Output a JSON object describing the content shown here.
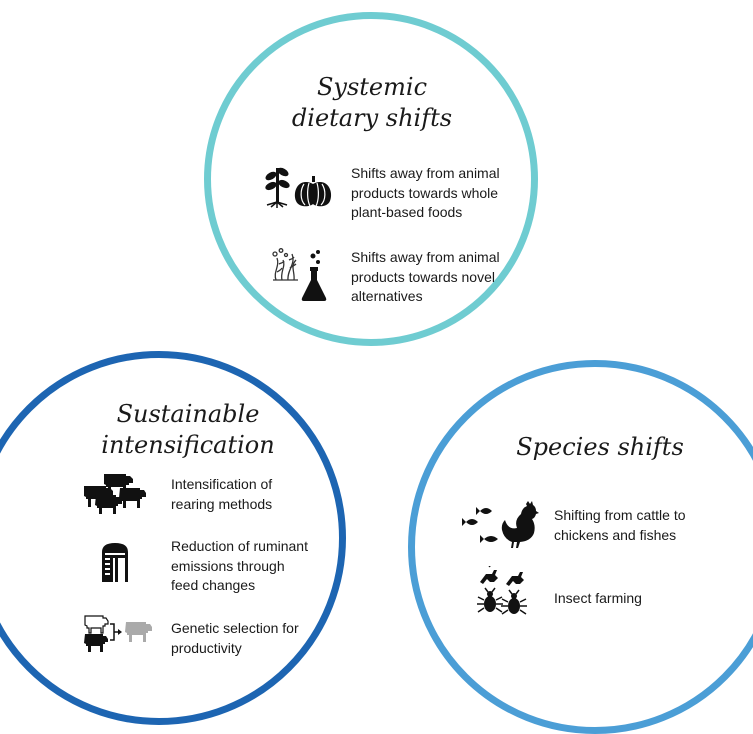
{
  "circles": {
    "dietary": {
      "title": "Systemic\ndietary shifts",
      "items": [
        {
          "text": "Shifts away from animal\nproducts towards whole\nplant-based foods",
          "icon": "plant-pumpkin-icon"
        },
        {
          "text": "Shifts away from animal\nproducts towards novel\nalternatives",
          "icon": "seaweed-flask-icon"
        }
      ],
      "color": "#6fccd1"
    },
    "intensification": {
      "title": "Sustainable\nintensification",
      "items": [
        {
          "text": "Intensification of\nrearing methods",
          "icon": "cattle-herd-icon"
        },
        {
          "text": "Reduction of ruminant\nemissions through\nfeed changes",
          "icon": "feed-silo-icon"
        },
        {
          "text": "Genetic selection for\nproductivity",
          "icon": "cattle-breeding-icon"
        }
      ],
      "color": "#1d65b2"
    },
    "species": {
      "title": "Species shifts",
      "items": [
        {
          "text": "Shifting from cattle to\nchickens and fishes",
          "icon": "fish-chicken-icon"
        },
        {
          "text": "Insect farming",
          "icon": "insects-icon"
        }
      ],
      "color": "#4b9ed6"
    }
  }
}
